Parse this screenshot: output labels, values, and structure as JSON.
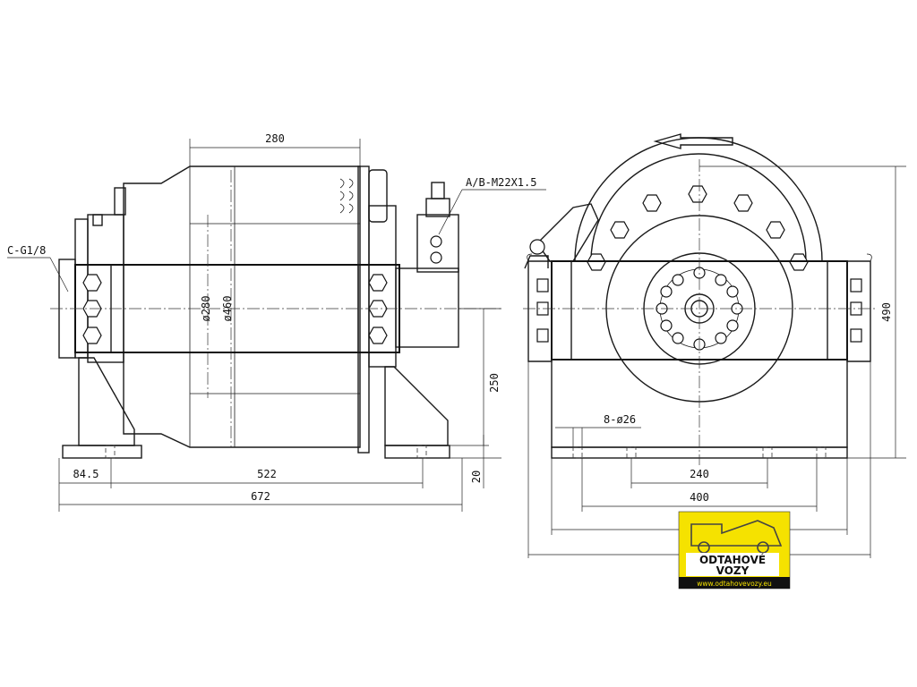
{
  "dimensions": {
    "d280_top": "280",
    "dia280": "ø280",
    "dia460": "ø460",
    "port_ab": "A/B-M22X1.5",
    "port_c": "C-G1/8",
    "d250": "250",
    "d20": "20",
    "d84_5": "84.5",
    "d522": "522",
    "d672": "672",
    "d490": "490",
    "holes": "8-ø26",
    "d240": "240",
    "d400": "400"
  },
  "logo": {
    "line1": "ODTAHOVÉ",
    "line2": "VOZY",
    "url": "www.odtahovevozy.eu",
    "bg_color": "#f5e200",
    "text_bg": "#ffffff"
  }
}
